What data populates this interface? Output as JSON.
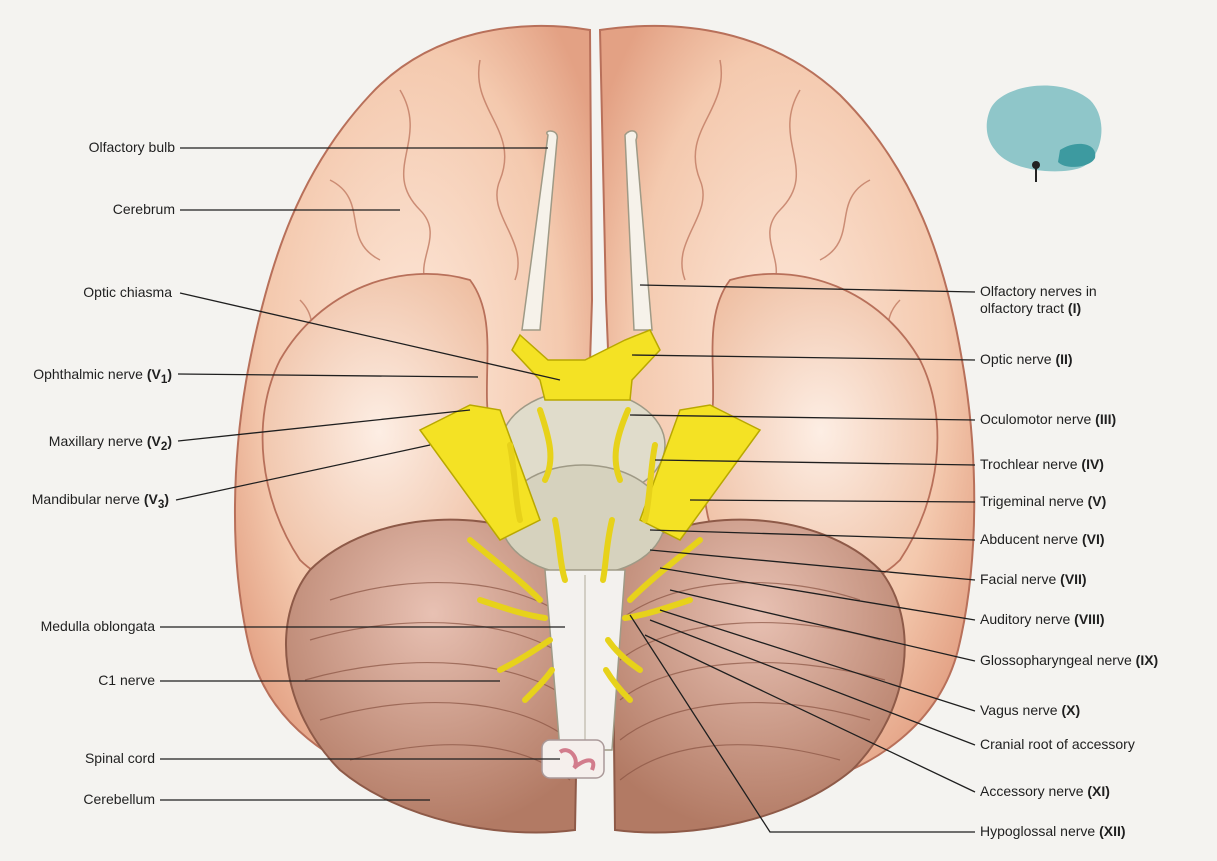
{
  "left_labels": [
    {
      "text": "Olfactory bulb"
    },
    {
      "text": "Cerebrum"
    },
    {
      "text": "Optic chiasma"
    },
    {
      "text": "Ophthalmic nerve",
      "code": "V",
      "sub": "1"
    },
    {
      "text": "Maxillary nerve",
      "code": "V",
      "sub": "2"
    },
    {
      "text": "Mandibular nerve",
      "code": "V",
      "sub": "3"
    },
    {
      "text": "Medulla oblongata"
    },
    {
      "text": "C1 nerve"
    },
    {
      "text": "Spinal cord"
    },
    {
      "text": "Cerebellum"
    }
  ],
  "right_labels": [
    {
      "text": "Olfactory nerves in",
      "line2": "olfactory tract",
      "code": "(I)"
    },
    {
      "text": "Optic nerve",
      "code": "(II)"
    },
    {
      "text": "Oculomotor nerve",
      "code": "(III)"
    },
    {
      "text": "Trochlear nerve",
      "code": "(IV)"
    },
    {
      "text": "Trigeminal nerve",
      "code": "(V)"
    },
    {
      "text": "Abducent nerve",
      "code": "(VI)"
    },
    {
      "text": "Facial nerve",
      "code": "(VII)"
    },
    {
      "text": "Auditory nerve",
      "code": "(VIII)"
    },
    {
      "text": "Glossopharyngeal nerve",
      "code": "(IX)"
    },
    {
      "text": "Vagus nerve",
      "code": "(X)"
    },
    {
      "text": "Cranial root of accessory"
    },
    {
      "text": "Accessory nerve",
      "code": "(XI)"
    },
    {
      "text": "Hypoglossal nerve",
      "code": "(XII)"
    }
  ],
  "colors": {
    "cerebrum": "#f2c8ad",
    "cerebrum_outline": "#b8705a",
    "cerebellum": "#c9907d",
    "nerve": "#f4e224",
    "brainstem": "#d6d2be",
    "spinal_cord": "#f3f1ee",
    "inset_brain": "#8fc6c9",
    "inset_highlight": "#3d9aa0"
  },
  "icons": {
    "orientation": "brain-orientation-icon"
  }
}
